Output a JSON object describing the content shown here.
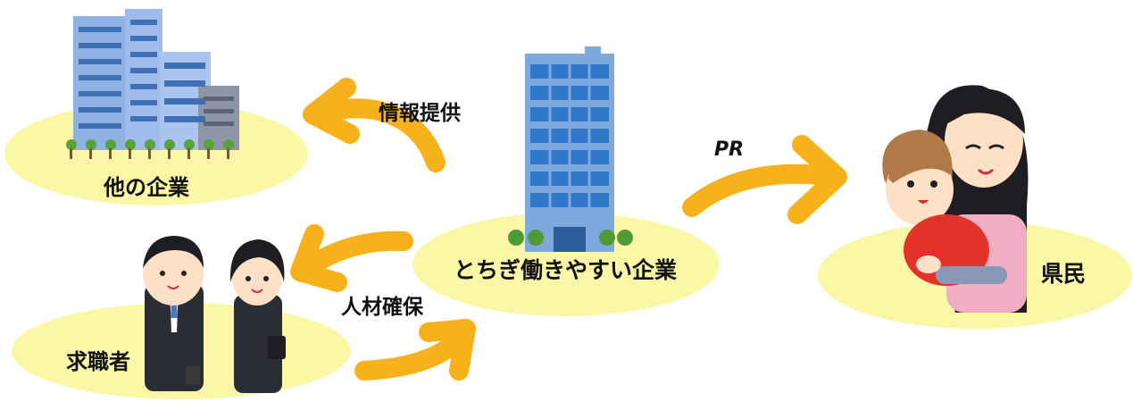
{
  "nodes": {
    "other_companies": "他の企業",
    "center_company": "とちぎ働きやすい企業",
    "citizens": "県民",
    "job_seekers": "求職者"
  },
  "edges": {
    "info": "情報提供",
    "pr": "PR",
    "talent": "人材確保"
  },
  "colors": {
    "ellipse": "#fbf7a6",
    "arrow": "#f7b21b",
    "building_blue": "#7fa8dd",
    "window": "#2f78c9"
  }
}
